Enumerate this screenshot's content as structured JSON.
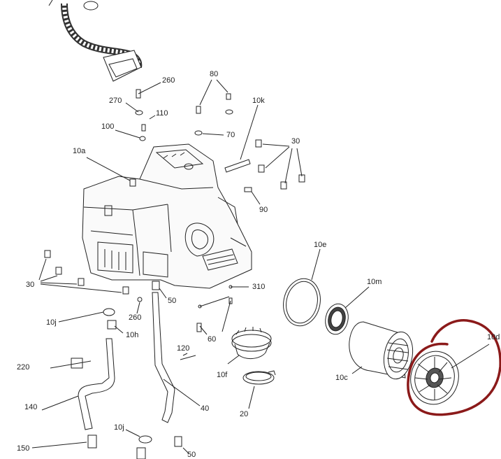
{
  "diagram": {
    "part_labels": [
      {
        "key": "p260a",
        "text": "260"
      },
      {
        "key": "p80",
        "text": "80"
      },
      {
        "key": "p270",
        "text": "270"
      },
      {
        "key": "p110",
        "text": "110"
      },
      {
        "key": "p10k",
        "text": "10k"
      },
      {
        "key": "p100",
        "text": "100"
      },
      {
        "key": "p70",
        "text": "70"
      },
      {
        "key": "p30a",
        "text": "30"
      },
      {
        "key": "p10a",
        "text": "10a"
      },
      {
        "key": "p90",
        "text": "90"
      },
      {
        "key": "p10e",
        "text": "10e"
      },
      {
        "key": "p10m",
        "text": "10m"
      },
      {
        "key": "p30b",
        "text": "30"
      },
      {
        "key": "p310",
        "text": "310"
      },
      {
        "key": "p10j_a",
        "text": "10j"
      },
      {
        "key": "p50a",
        "text": "50"
      },
      {
        "key": "p260b",
        "text": "260"
      },
      {
        "key": "p10h",
        "text": "10h"
      },
      {
        "key": "p60",
        "text": "60"
      },
      {
        "key": "p10d",
        "text": "10d"
      },
      {
        "key": "p120",
        "text": "120"
      },
      {
        "key": "p220",
        "text": "220"
      },
      {
        "key": "p10f",
        "text": "10f"
      },
      {
        "key": "p10c",
        "text": "10c"
      },
      {
        "key": "p140",
        "text": "140"
      },
      {
        "key": "p40",
        "text": "40"
      },
      {
        "key": "p20",
        "text": "20"
      },
      {
        "key": "p10j_b",
        "text": "10j"
      },
      {
        "key": "p150",
        "text": "150"
      },
      {
        "key": "p50b",
        "text": "50"
      }
    ],
    "highlight_color": "#8b1a1a",
    "line_color": "#222222"
  }
}
